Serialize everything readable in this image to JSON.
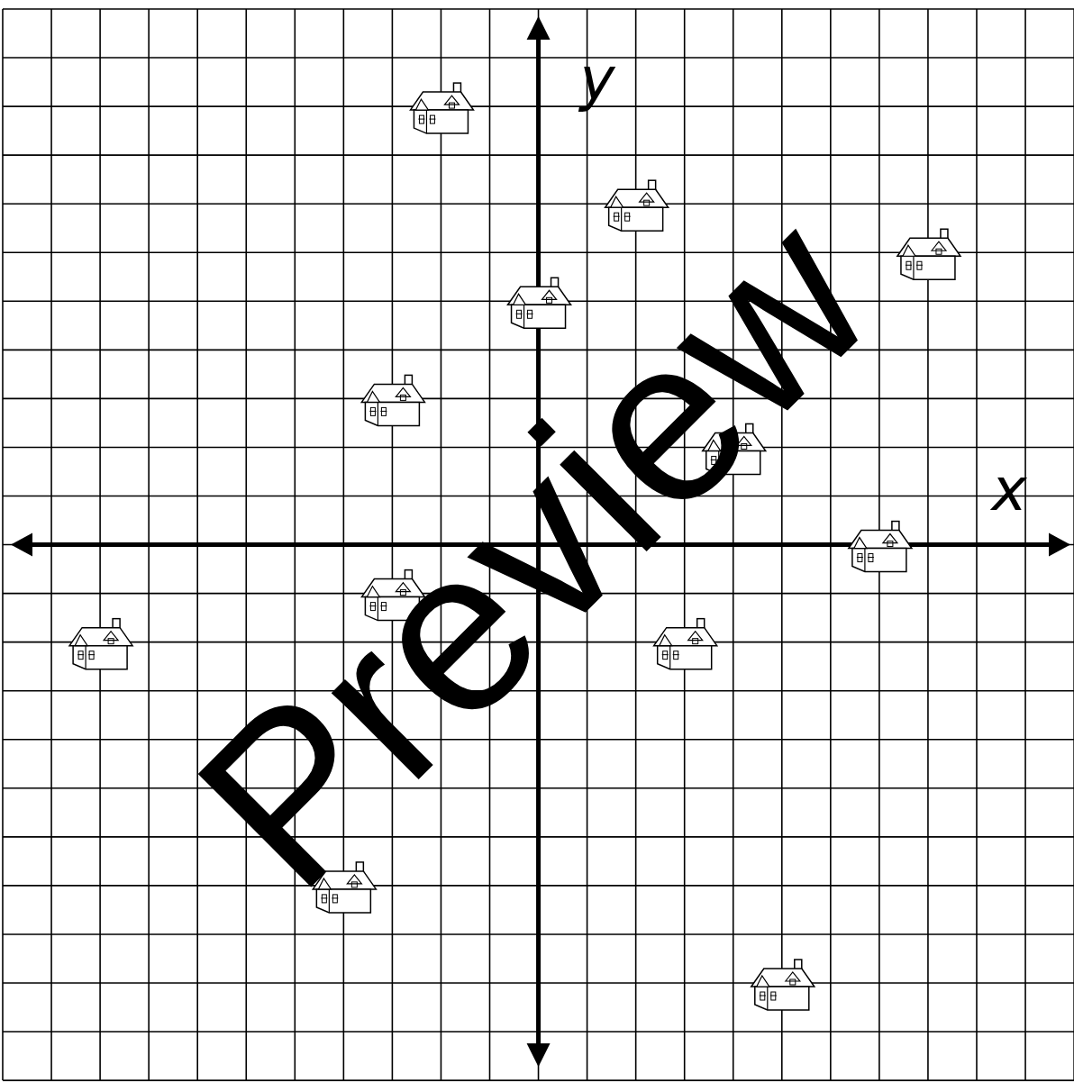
{
  "diagram": {
    "labels": [
      "y",
      "x",
      "Preview"
    ]
  }
}
